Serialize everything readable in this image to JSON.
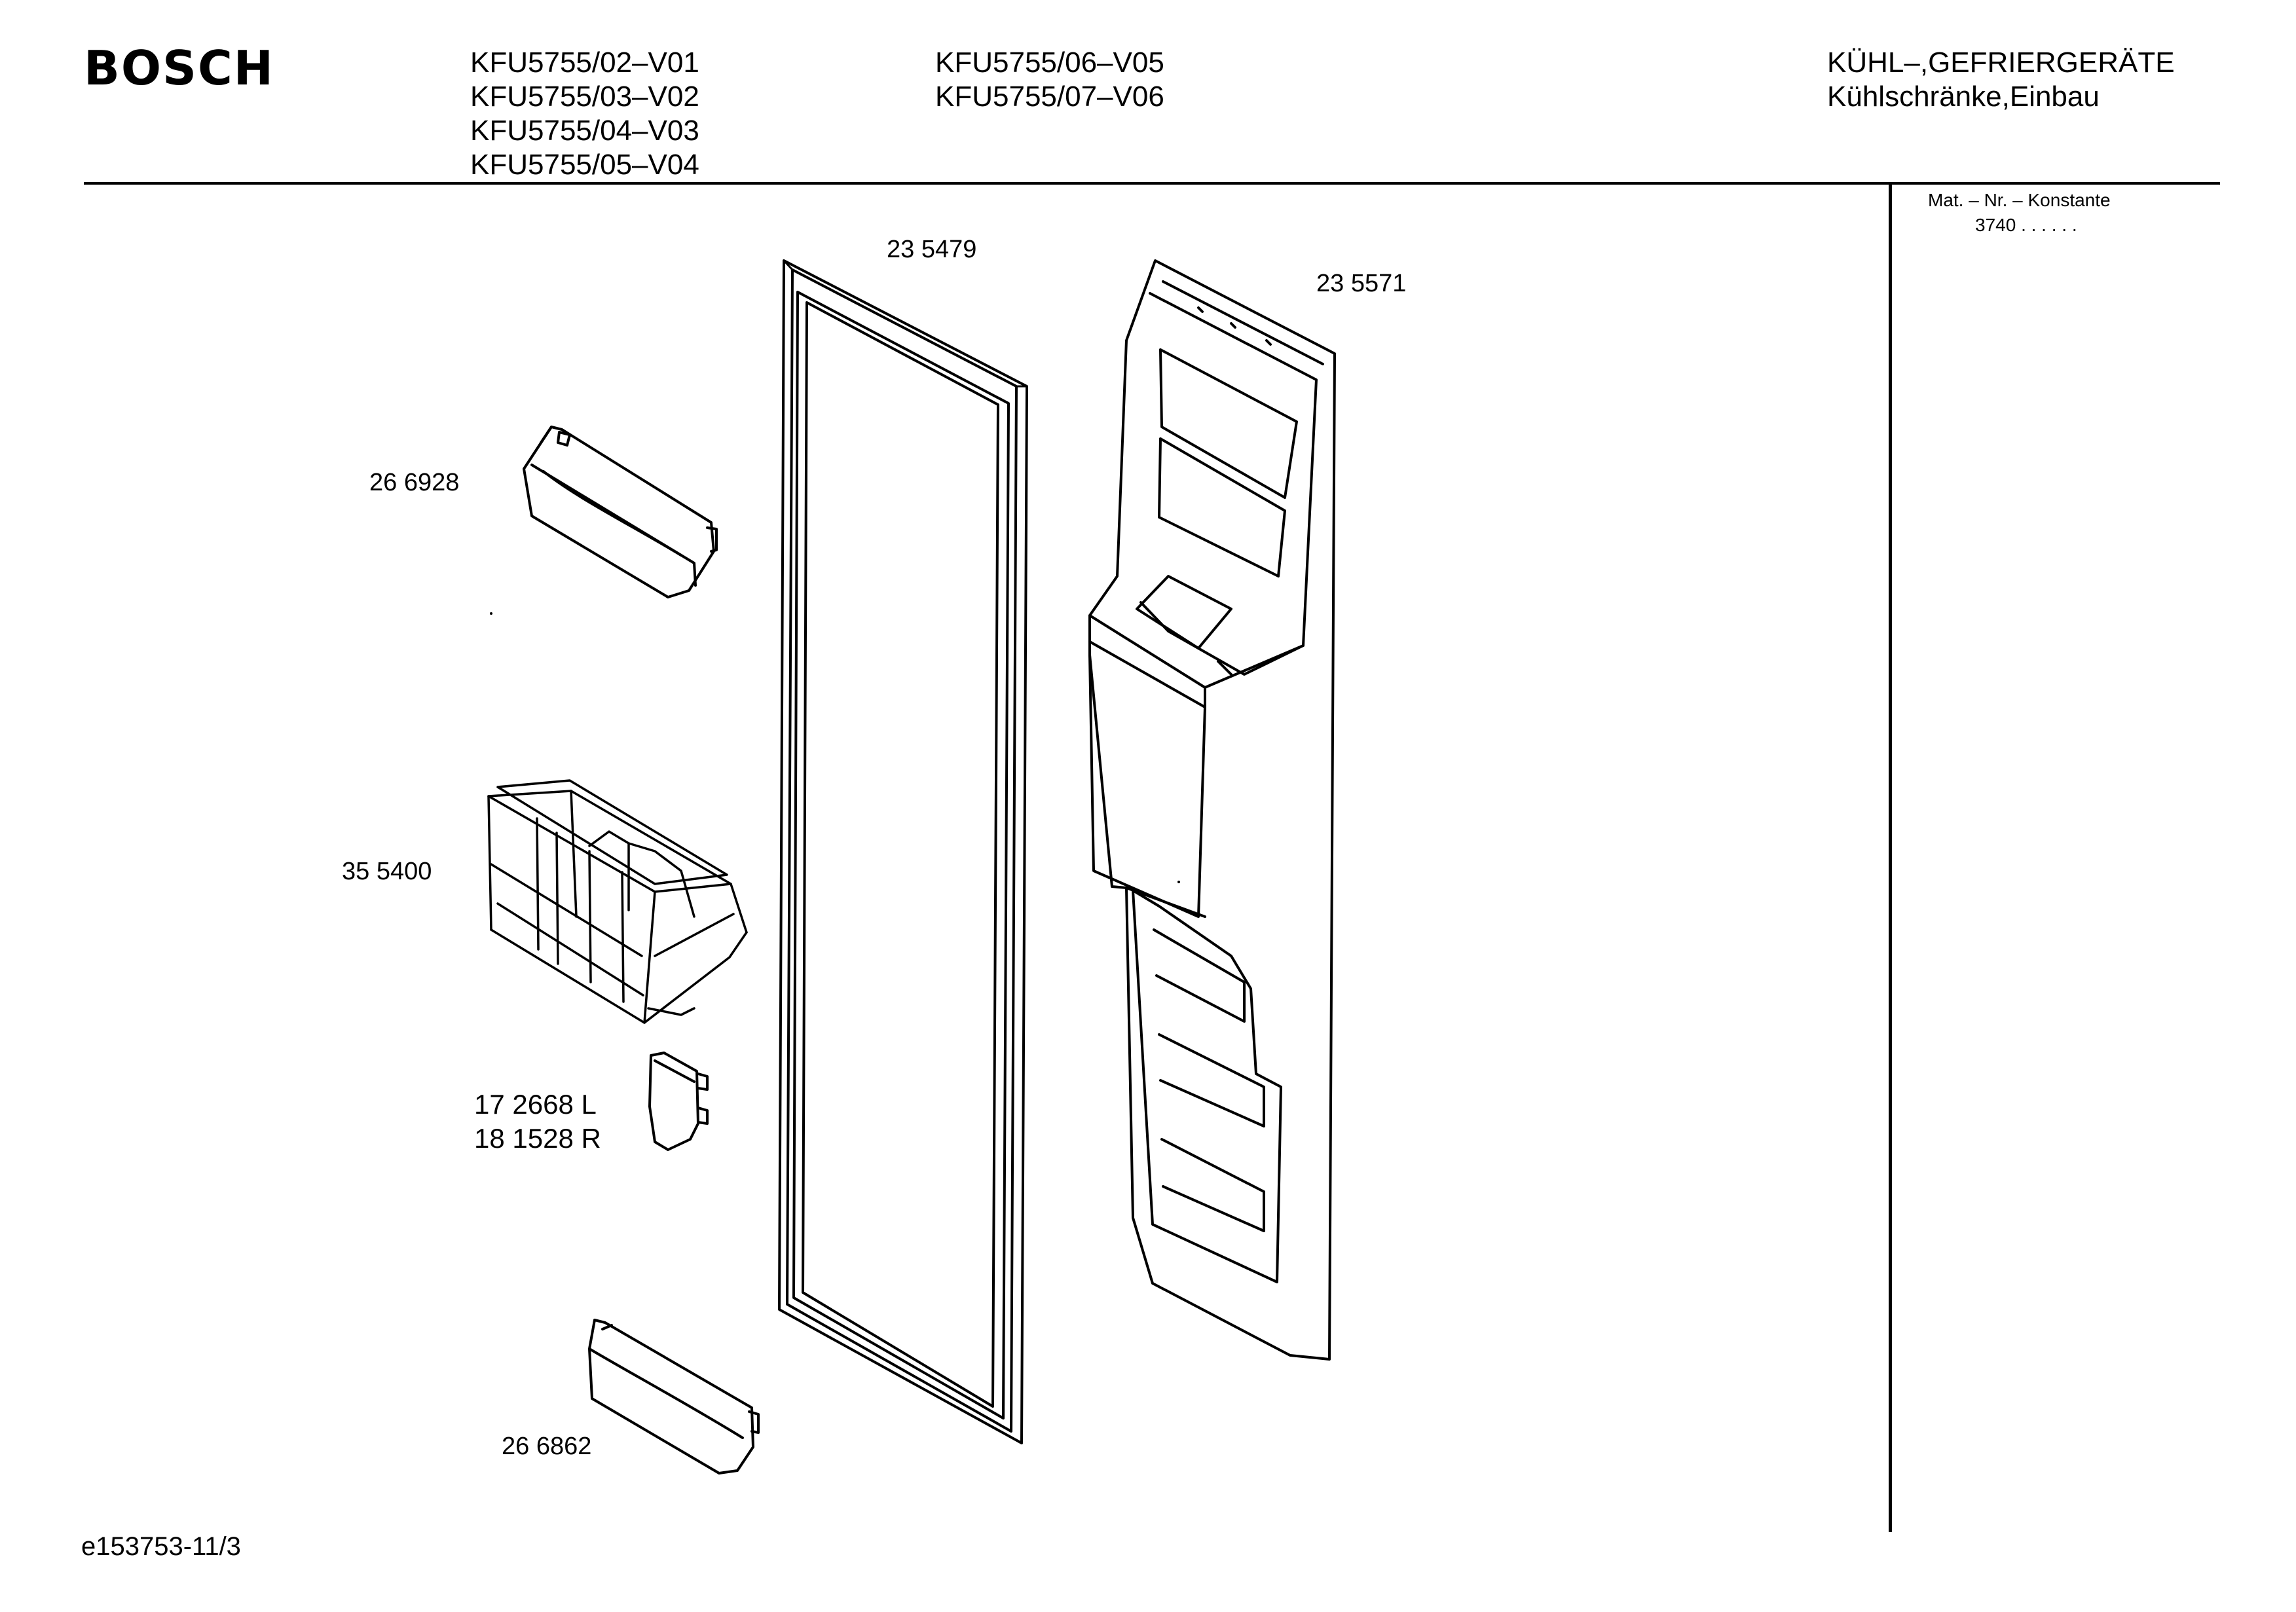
{
  "header": {
    "brand": "BOSCH",
    "models_col1": [
      "KFU5755/02–V01",
      "KFU5755/03–V02",
      "KFU5755/04–V03",
      "KFU5755/05–V04"
    ],
    "models_col2": [
      "KFU5755/06–V05",
      "KFU5755/07–V06"
    ],
    "category_line1": "KÜHL–,GEFRIERGERÄTE",
    "category_line2": "Kühlschränke,Einbau"
  },
  "sidebar": {
    "constant_label": "Mat. – Nr. – Konstante",
    "constant_value": "3740  .   .     .   .   .   ."
  },
  "parts": {
    "door_gasket": "23 5479",
    "inner_door_liner": "23 5571",
    "upper_door_bin": "26 6928",
    "wire_basket": "35 5400",
    "hinge_cover_left": "17 2668 L",
    "hinge_cover_right": "18 1528 R",
    "lower_door_bin": "26 6862"
  },
  "footer": {
    "drawing_id": "e153753-11/3"
  }
}
